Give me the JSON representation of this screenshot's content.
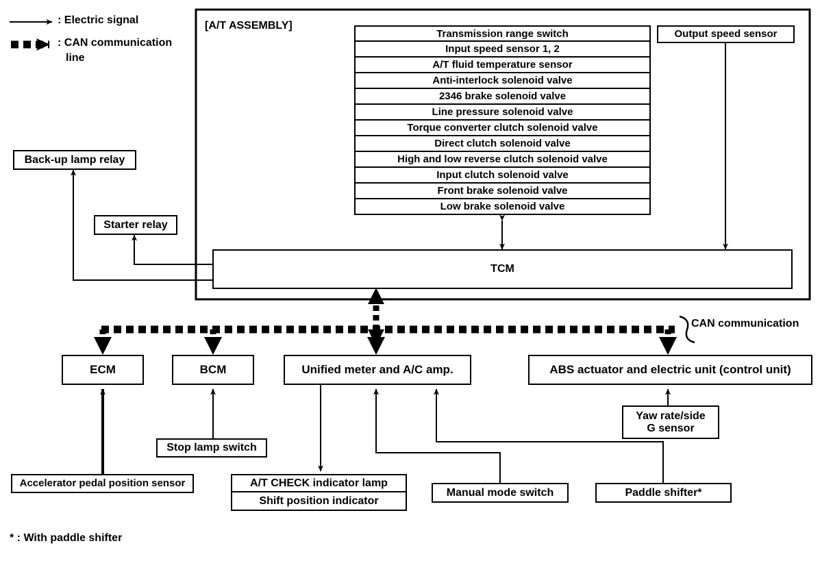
{
  "diagram": {
    "title_label": "[A/T ASSEMBLY]",
    "footnote": "* : With paddle shifter",
    "can_label": "CAN communication",
    "legend": [
      {
        "icon": "solid-arrow-icon",
        "text": ": Electric signal"
      },
      {
        "icon": "dashed-arrow-icon",
        "text": ": CAN communication"
      },
      {
        "icon": "",
        "text": "line"
      }
    ],
    "at_assembly": {
      "component_list": [
        "Transmission range switch",
        "Input speed sensor 1, 2",
        "A/T fluid temperature sensor",
        "Anti-interlock solenoid valve",
        "2346 brake solenoid valve",
        "Line pressure solenoid valve",
        "Torque converter clutch solenoid valve",
        "Direct clutch solenoid valve",
        "High and low reverse clutch solenoid valve",
        "Input clutch solenoid valve",
        "Front brake solenoid valve",
        "Low brake solenoid valve"
      ],
      "output_speed_sensor": "Output speed sensor",
      "tcm": "TCM"
    },
    "relays": {
      "backup_lamp_relay": "Back-up lamp relay",
      "starter_relay": "Starter relay"
    },
    "can_nodes": [
      {
        "label": "ECM"
      },
      {
        "label": "BCM"
      },
      {
        "label": "Unified meter and A/C amp."
      },
      {
        "label": "ABS actuator and electric unit (control unit)"
      }
    ],
    "inputs": {
      "accelerator_pedal_position_sensor": "Accelerator pedal position sensor",
      "stop_lamp_switch": "Stop lamp switch",
      "at_check_indicator_lamp": "A/T CHECK indicator lamp",
      "shift_position_indicator": "Shift position indicator",
      "manual_mode_switch": "Manual mode switch",
      "paddle_shifter": "Paddle shifter*",
      "yaw_rate_side_g_sensor_line1": "Yaw rate/side",
      "yaw_rate_side_g_sensor_line2": "G sensor"
    },
    "colors": {
      "line": "#000000",
      "background": "#ffffff"
    }
  }
}
